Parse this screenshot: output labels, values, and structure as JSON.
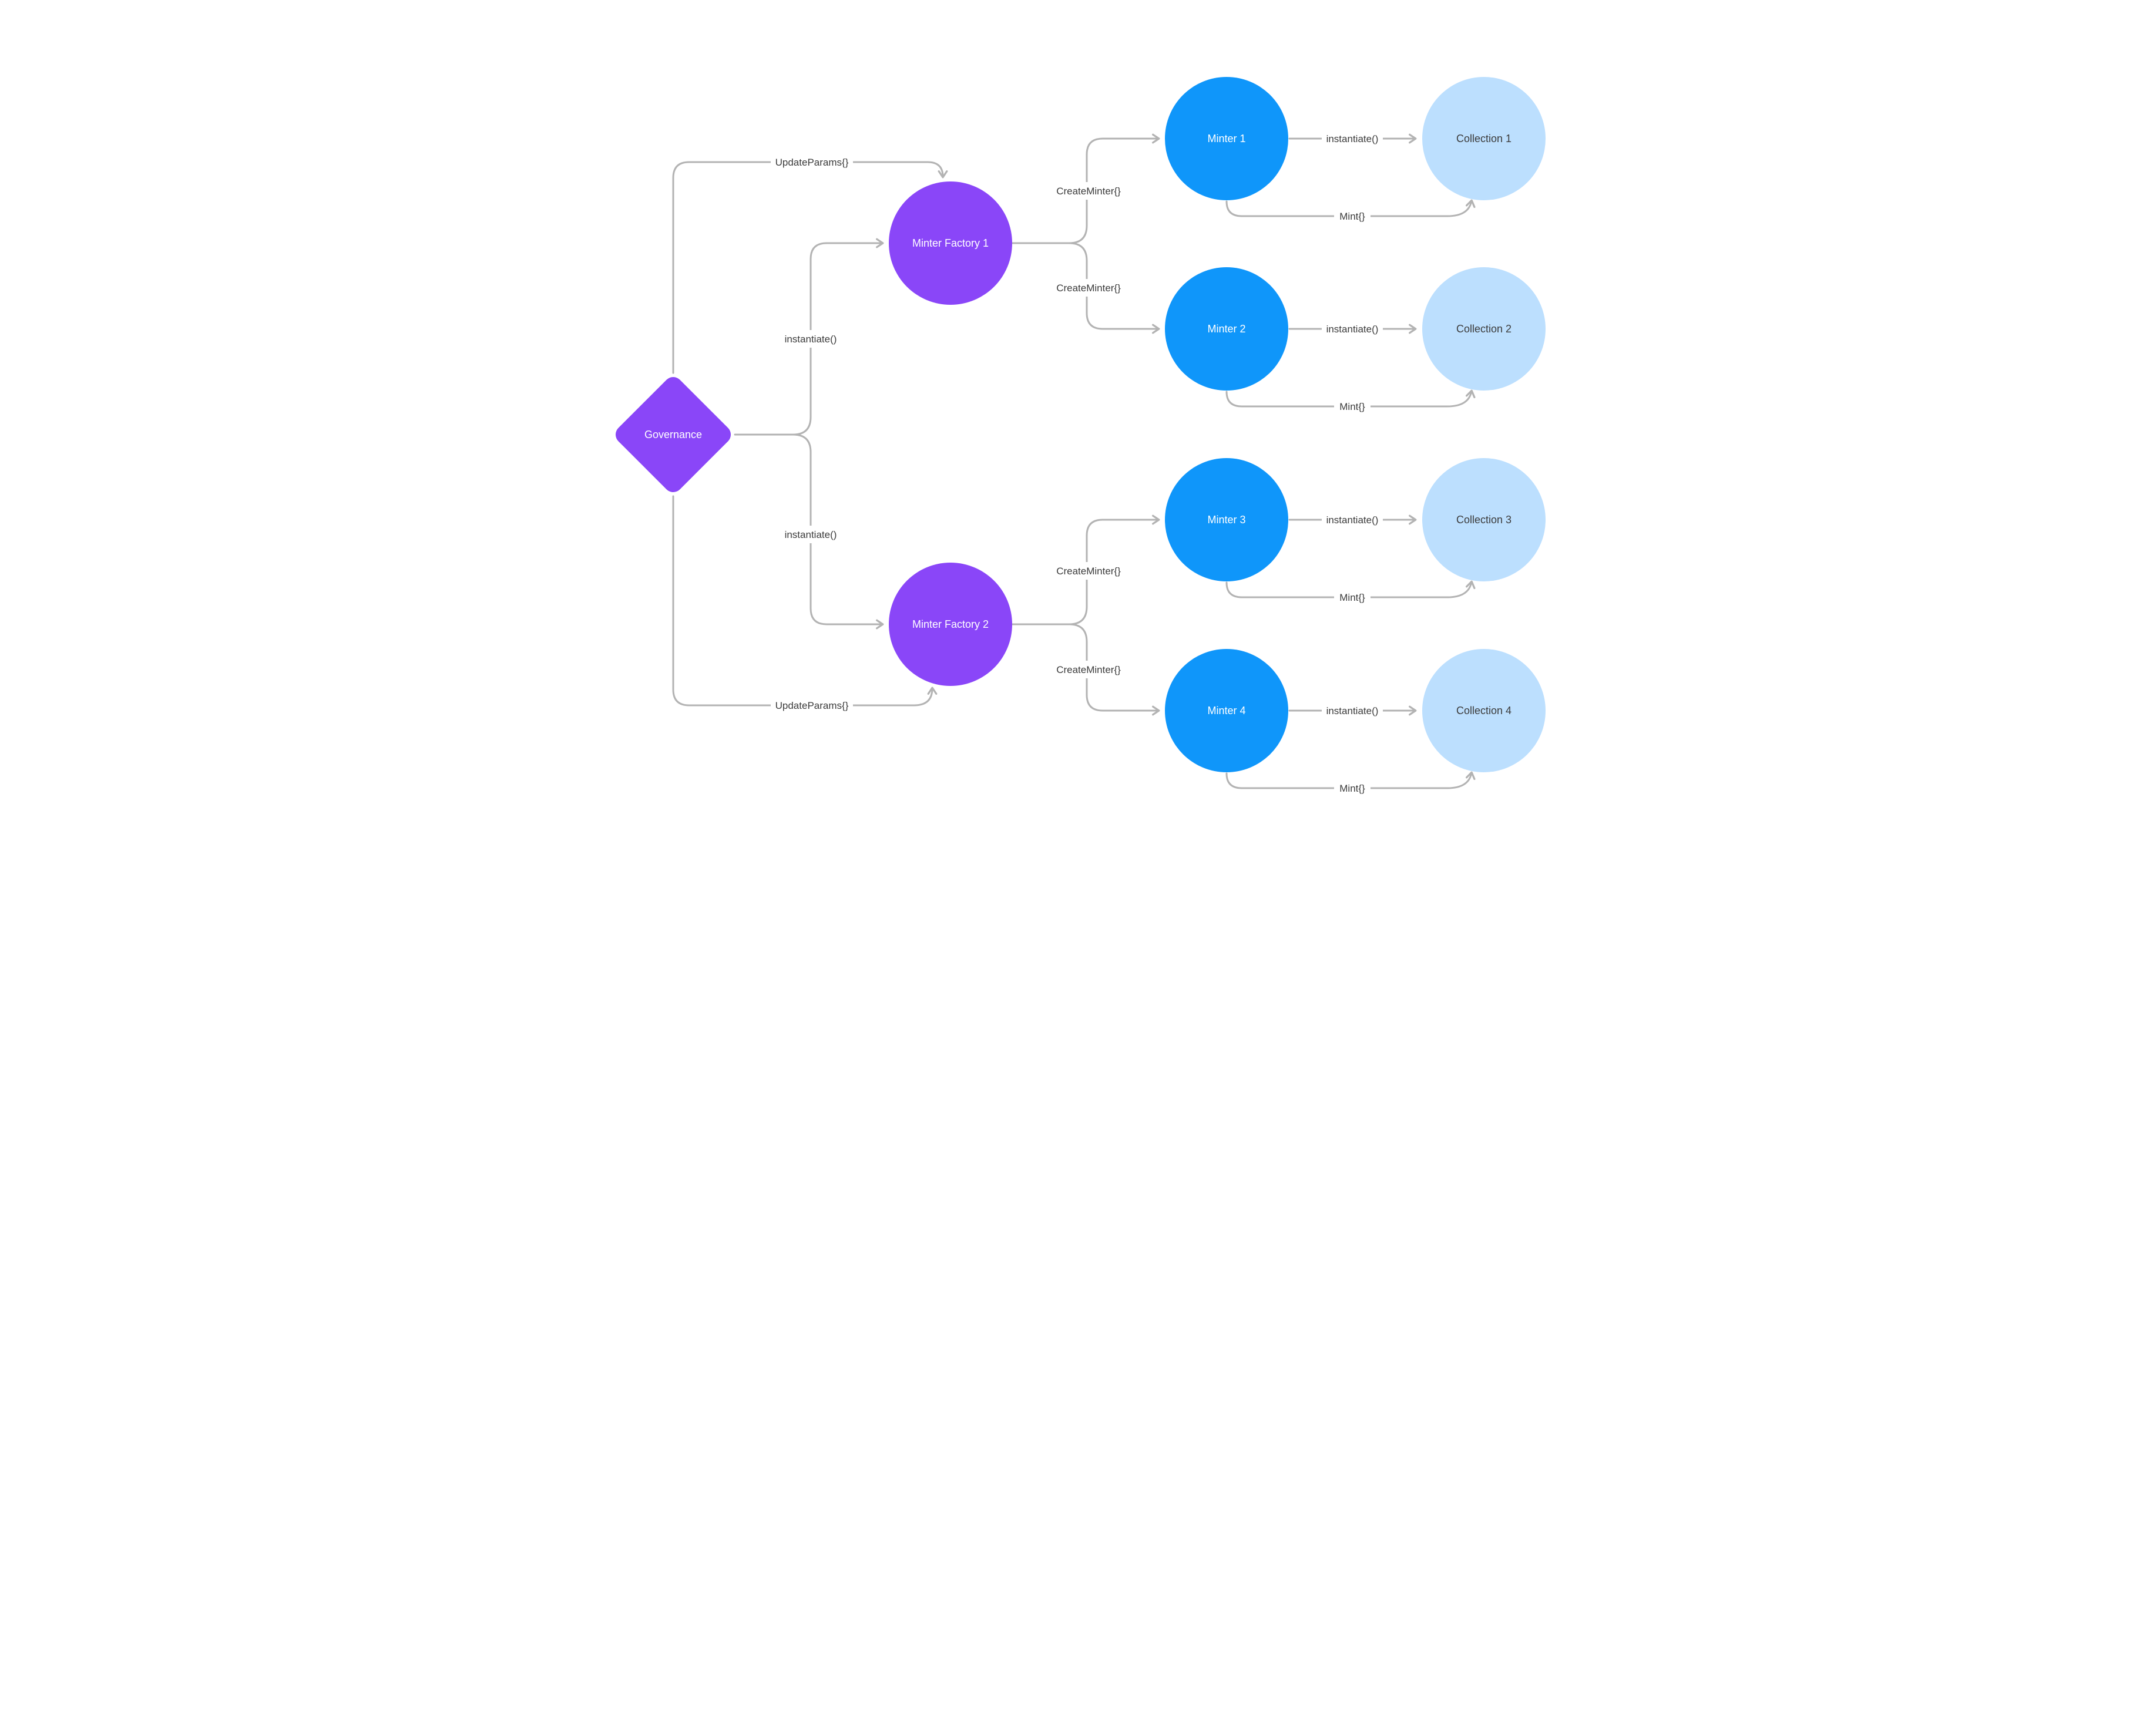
{
  "diagram": {
    "background": "#ffffff",
    "colors": {
      "governance_fill": "#8a46f8",
      "factory_fill": "#8a46f8",
      "minter_fill": "#0f96fa",
      "collection_fill": "#bcdffe",
      "edge_stroke": "#b3b3b3",
      "edge_label_text": "#3b3b3b",
      "node_text_light": "#ffffff",
      "node_text_dark": "#3b3b3b"
    },
    "nodes": {
      "governance": {
        "label": "Governance"
      },
      "factories": [
        {
          "label": "Minter Factory 1"
        },
        {
          "label": "Minter Factory 2"
        }
      ],
      "minters": [
        {
          "label": "Minter 1"
        },
        {
          "label": "Minter 2"
        },
        {
          "label": "Minter 3"
        },
        {
          "label": "Minter 4"
        }
      ],
      "collections": [
        {
          "label": "Collection 1"
        },
        {
          "label": "Collection 2"
        },
        {
          "label": "Collection 3"
        },
        {
          "label": "Collection 4"
        }
      ]
    },
    "edge_labels": {
      "update_params": "UpdateParams{}",
      "instantiate": "instantiate()",
      "create_minter": "CreateMinter{}",
      "mint": "Mint{}"
    }
  }
}
